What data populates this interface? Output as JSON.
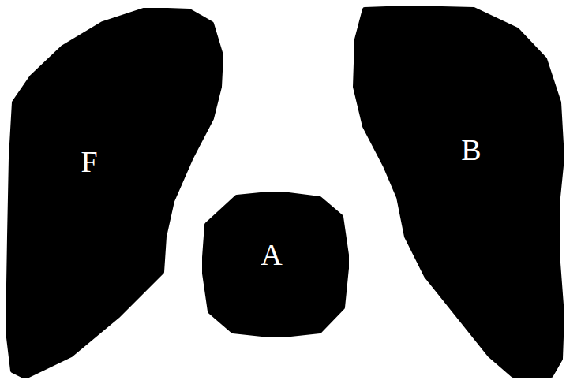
{
  "diagram": {
    "nodes": [
      {
        "text": [
          "F"
        ]
      },
      {
        "text": [
          "B"
        ]
      },
      {
        "text": [
          "A"
        ]
      }
    ]
  }
}
